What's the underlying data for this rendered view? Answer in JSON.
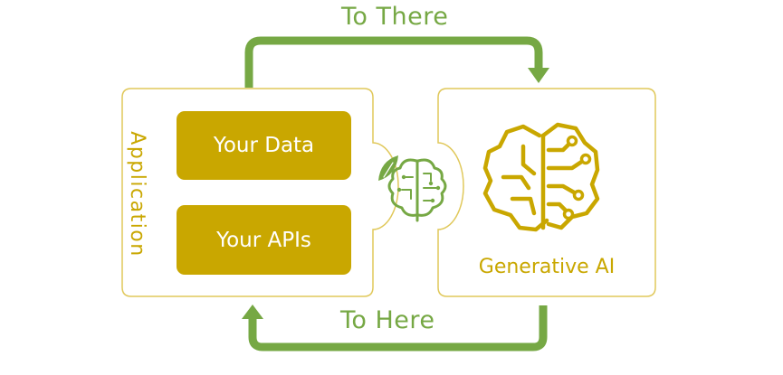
{
  "flow": {
    "top_label": "To There",
    "bottom_label": "To Here"
  },
  "application": {
    "title": "Application",
    "items": [
      "Your Data",
      "Your APIs"
    ]
  },
  "generative_ai": {
    "title": "Generative AI"
  },
  "icons": {
    "center": "brain-leaf-icon",
    "ai": "circuit-brain-icon"
  },
  "colors": {
    "gold": "#c9a700",
    "green": "#76a844",
    "card_border": "#e0c85a"
  }
}
